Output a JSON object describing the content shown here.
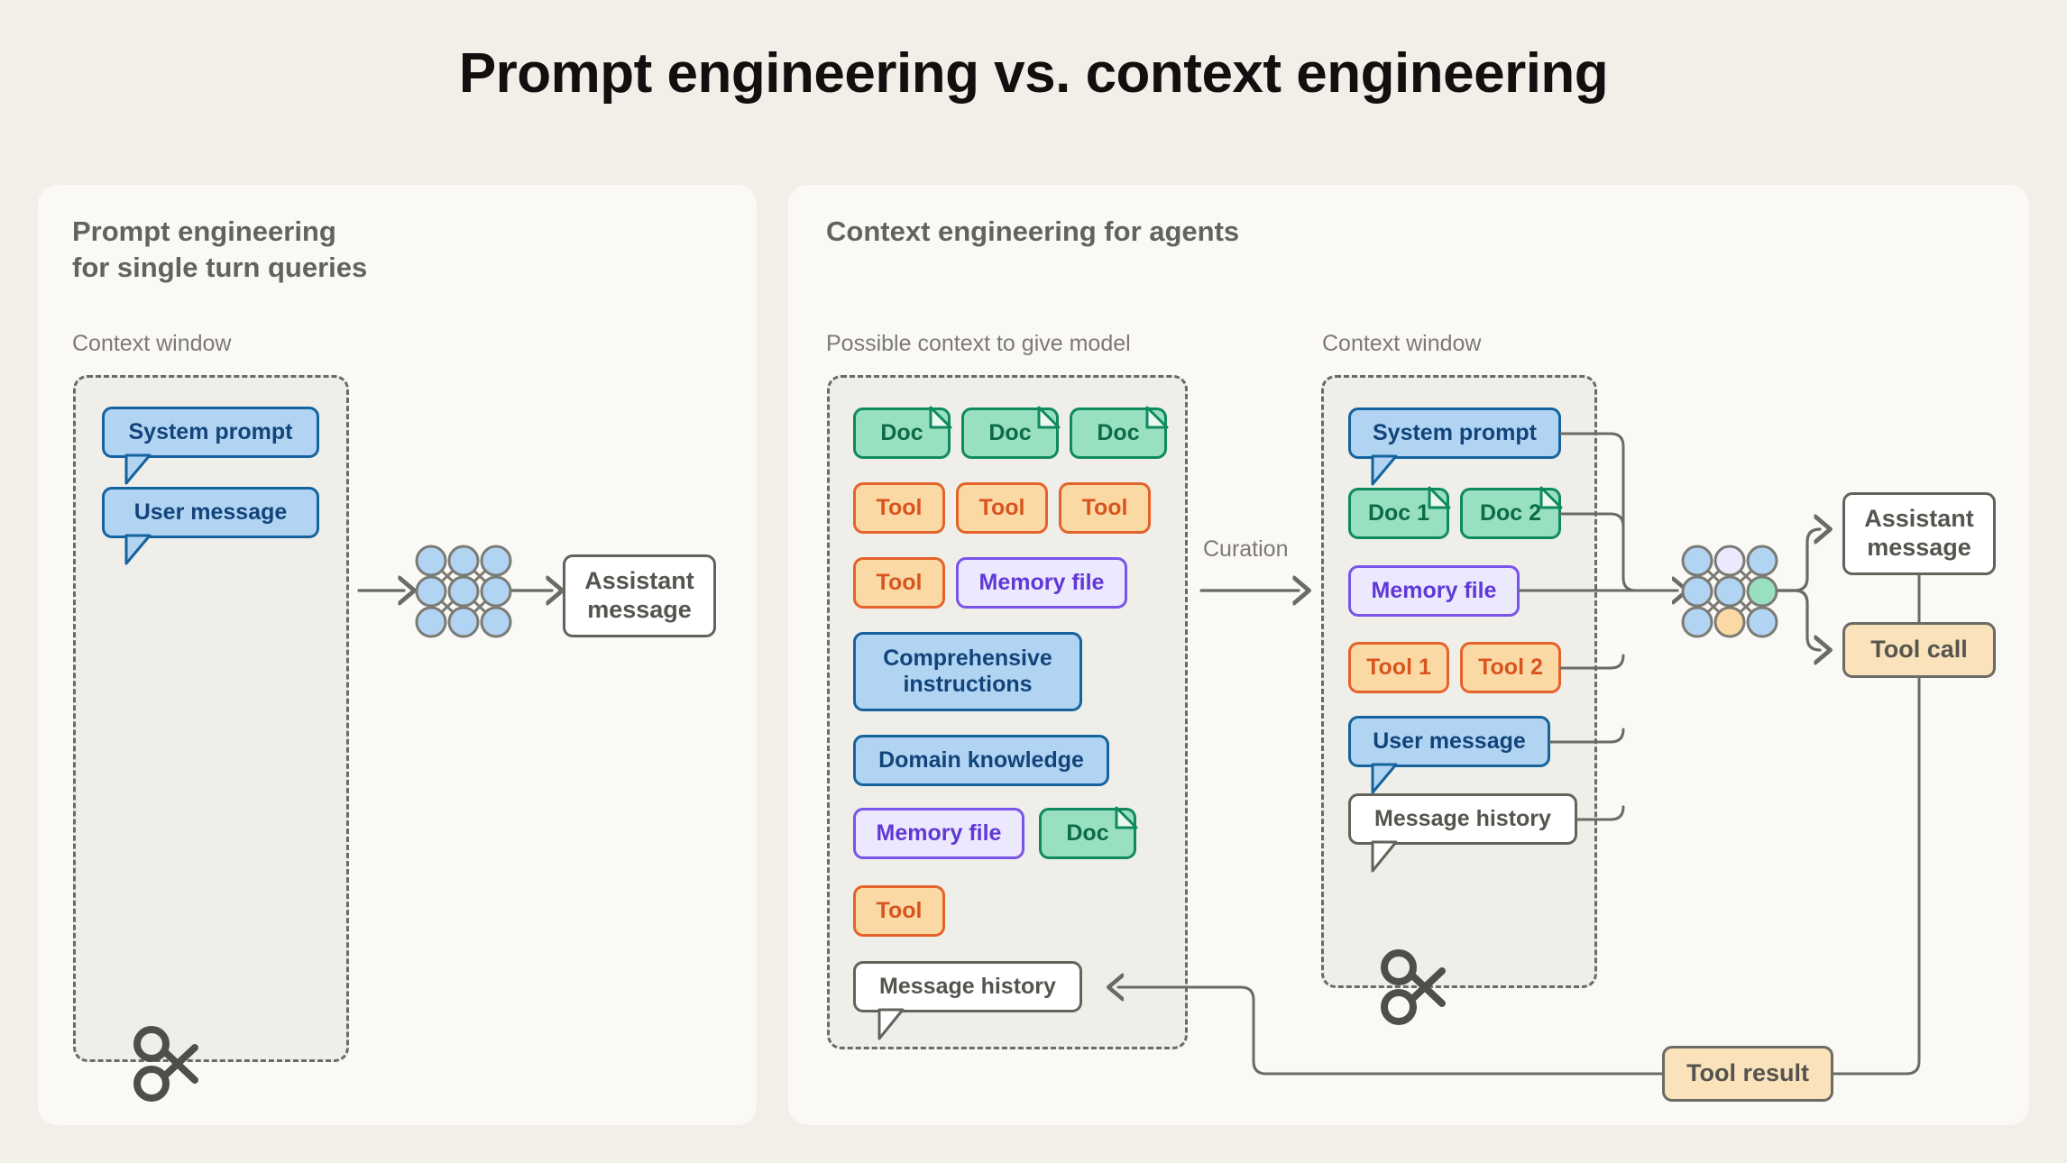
{
  "title": "Prompt engineering vs. context engineering",
  "colors": {
    "page_bg": "#f2efe9",
    "panel_bg": "#faf9f6",
    "blue_fill": "#b2d4f3",
    "blue_border": "#14639e",
    "green_fill": "#98e0bf",
    "green_border": "#0f8a5f",
    "orange_fill": "#fbd9a5",
    "orange_border": "#e4632a",
    "purple_fill": "#ece8fd",
    "purple_border": "#7a54ea",
    "neutral_border": "#63625c",
    "toolcall_fill": "#fae2bb"
  },
  "left_panel": {
    "heading": "Prompt engineering\nfor single turn queries",
    "context_window_label": "Context window",
    "context_items": [
      {
        "label": "System prompt",
        "kind": "bubble-blue"
      },
      {
        "label": "User message",
        "kind": "bubble-blue"
      }
    ],
    "model_icon": "neural-network-icon",
    "scissors_icon": "scissors-icon",
    "output": {
      "label": "Assistant\nmessage",
      "kind": "plain-box"
    }
  },
  "right_panel": {
    "heading": "Context engineering for agents",
    "possible_context_label": "Possible context to give model",
    "context_window_label": "Context window",
    "curation_label": "Curation",
    "possible_context_items": [
      {
        "label": "Doc",
        "kind": "doc"
      },
      {
        "label": "Doc",
        "kind": "doc"
      },
      {
        "label": "Doc",
        "kind": "doc"
      },
      {
        "label": "Tool",
        "kind": "tool"
      },
      {
        "label": "Tool",
        "kind": "tool"
      },
      {
        "label": "Tool",
        "kind": "tool"
      },
      {
        "label": "Tool",
        "kind": "tool"
      },
      {
        "label": "Memory file",
        "kind": "memory"
      },
      {
        "label": "Comprehensive\ninstructions",
        "kind": "blue"
      },
      {
        "label": "Domain knowledge",
        "kind": "blue"
      },
      {
        "label": "Memory file",
        "kind": "memory"
      },
      {
        "label": "Doc",
        "kind": "doc"
      },
      {
        "label": "Tool",
        "kind": "tool"
      },
      {
        "label": "Message history",
        "kind": "bubble-plain"
      }
    ],
    "context_window_items": [
      {
        "label": "System prompt",
        "kind": "bubble-blue"
      },
      {
        "label": "Doc 1",
        "kind": "doc"
      },
      {
        "label": "Doc 2",
        "kind": "doc"
      },
      {
        "label": "Memory file",
        "kind": "memory"
      },
      {
        "label": "Tool 1",
        "kind": "tool"
      },
      {
        "label": "Tool 2",
        "kind": "tool"
      },
      {
        "label": "User message",
        "kind": "bubble-blue"
      },
      {
        "label": "Message history",
        "kind": "bubble-plain"
      }
    ],
    "model_icon": "neural-network-icon",
    "scissors_icon": "scissors-icon",
    "outputs": [
      {
        "label": "Assistant\nmessage",
        "kind": "plain-box"
      },
      {
        "label": "Tool call",
        "kind": "toolcall-box"
      }
    ],
    "tool_result": {
      "label": "Tool result",
      "kind": "toolcall-box"
    }
  }
}
